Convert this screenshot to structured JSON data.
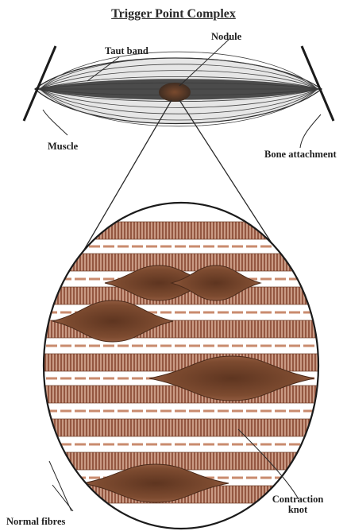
{
  "title": "Trigger Point Complex",
  "labels": {
    "taut_band": "Taut band",
    "nodule": "Nodule",
    "muscle": "Muscle",
    "bone_attachment": "Bone attachment",
    "normal_fibres": "Normal fibres",
    "contraction_knot_line1": "Contraction",
    "contraction_knot_line2": "knot"
  },
  "colors": {
    "fibre": "#c4917a",
    "fibre_stripe": "#8b4b35",
    "knot": "#7a4a30",
    "line": "#2a2a2a",
    "background": "#ffffff"
  }
}
